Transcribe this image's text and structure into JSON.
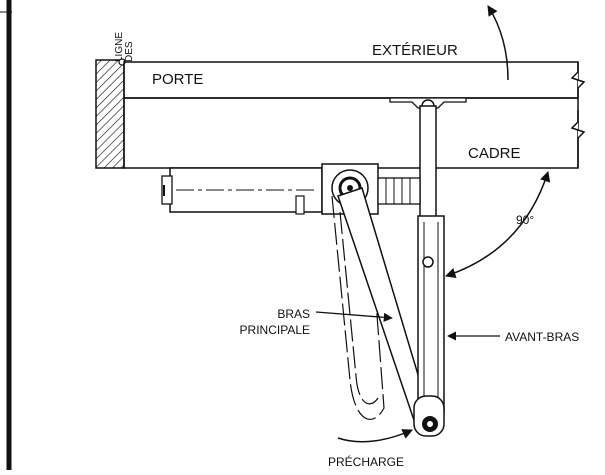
{
  "diagram": {
    "labels": {
      "hinge_line_1": "LIGNE",
      "hinge_line_2": "DES",
      "exterior": "EXTÉRIEUR",
      "door": "PORTE",
      "frame": "CADRE",
      "angle": "90°",
      "main_arm_1": "BRAS",
      "main_arm_2": "PRINCIPALE",
      "forearm": "AVANT-BRAS",
      "preload": "PRÉCHARGE"
    },
    "colors": {
      "ink": "#111111",
      "background": "#ffffff"
    }
  }
}
